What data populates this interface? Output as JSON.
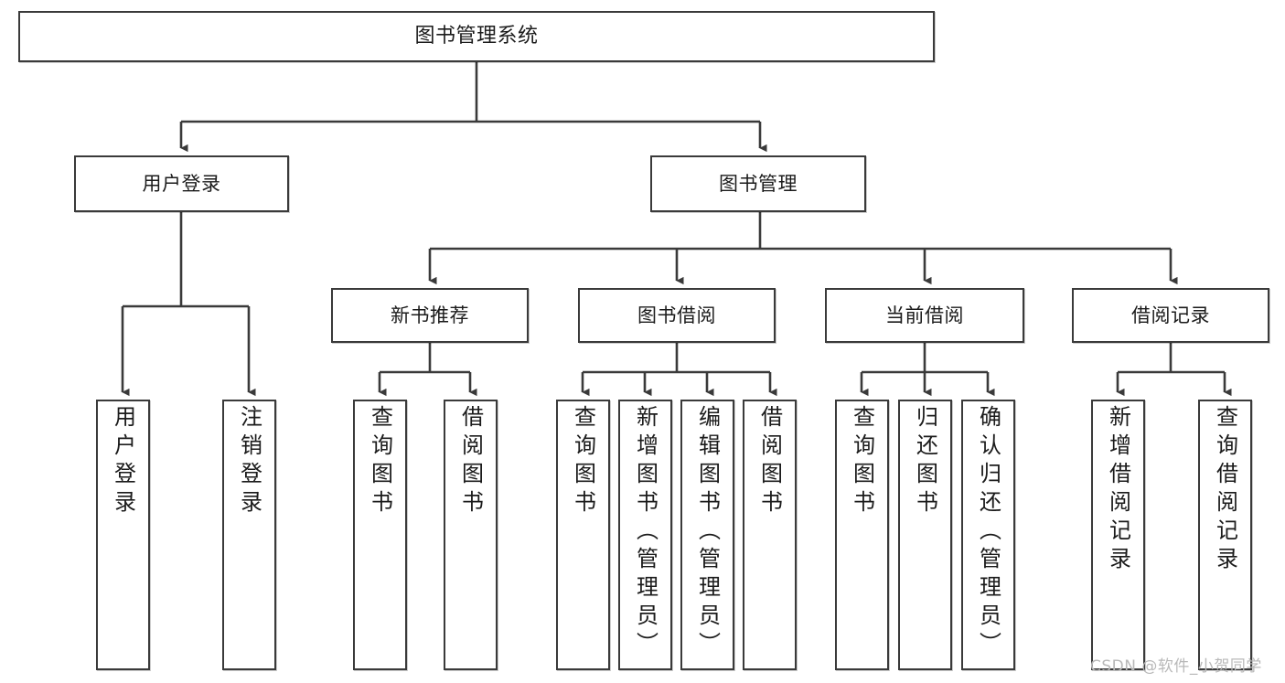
{
  "diagram": {
    "type": "tree",
    "title": "图书管理系统",
    "root": {
      "label": "图书管理系统"
    },
    "level2": [
      {
        "label": "用户登录"
      },
      {
        "label": "图书管理"
      }
    ],
    "level3": [
      {
        "label": "新书推荐"
      },
      {
        "label": "图书借阅"
      },
      {
        "label": "当前借阅"
      },
      {
        "label": "借阅记录"
      }
    ],
    "leaves": {
      "user_login": [
        {
          "label": "用户登录"
        },
        {
          "label": "注销登录"
        }
      ],
      "new_book_recommend": [
        {
          "label": "查询图书"
        },
        {
          "label": "借阅图书"
        }
      ],
      "book_borrow": [
        {
          "label": "查询图书"
        },
        {
          "label": "新增图书（管理员）"
        },
        {
          "label": "编辑图书（管理员）"
        },
        {
          "label": "借阅图书"
        }
      ],
      "current_borrow": [
        {
          "label": "查询图书"
        },
        {
          "label": "归还图书"
        },
        {
          "label": "确认归还（管理员）"
        }
      ],
      "borrow_record": [
        {
          "label": "新增借阅记录"
        },
        {
          "label": "查询借阅记录"
        }
      ]
    }
  },
  "watermark": {
    "text": "CSDN @软件_小贺同学"
  },
  "colors": {
    "box_border": "#3a3a3a",
    "box_fill": "#ffffff",
    "connector": "#3a3a3a",
    "text": "#1b1b1b",
    "watermark": "#b9b9b9",
    "background": "#ffffff"
  }
}
